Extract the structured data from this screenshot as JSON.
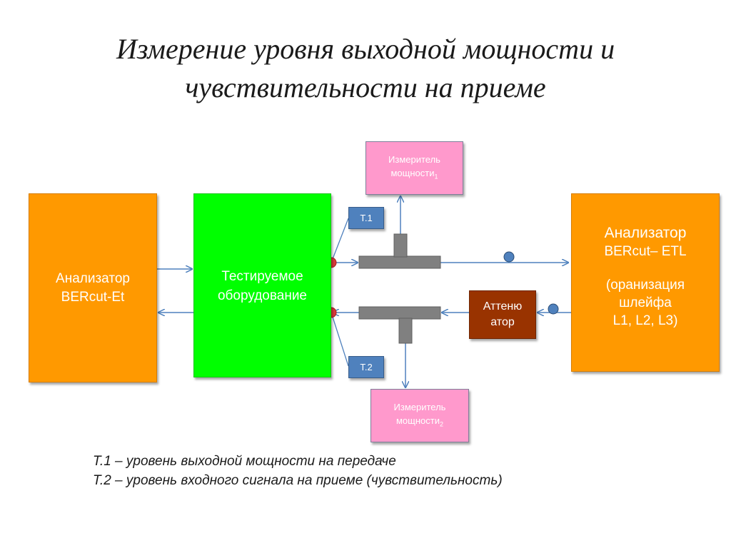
{
  "title": {
    "line1": "Измерение уровня выходной мощности и",
    "line2": "чувствительности на приеме"
  },
  "analyzer_left": {
    "line1": "Анализатор",
    "line2": "BERcut-Et"
  },
  "dut": {
    "line1": "Тестируемое",
    "line2": "оборудование"
  },
  "analyzer_right": {
    "line1": "Анализатор",
    "line2": "BERcut– ETL",
    "line3": "(оранизация",
    "line4": "шлейфа",
    "line5": "L1, L2, L3)"
  },
  "meter1": {
    "line1": "Измеритель",
    "line2": "мощности",
    "sub": "1"
  },
  "meter2": {
    "line1": "Измеритель",
    "line2": "мощности",
    "sub": "2"
  },
  "attenuator": {
    "line1": "Аттеню",
    "line2": "атор"
  },
  "tags": {
    "t1": "Т.1",
    "t2": "Т.2"
  },
  "legend": {
    "line1": "Т.1 – уровень выходной мощности на передаче",
    "line2": "Т.2 – уровень входного сигнала на приеме (чувствительность)"
  },
  "colors": {
    "analyzer": "#ff9900",
    "dut": "#00ff00",
    "meter": "#ff99cc",
    "attenuator": "#993300",
    "tag": "#4f81bd",
    "arrow": "#4f81bd",
    "splitter": "#808080",
    "test_point": "#d93b3b",
    "connector": "#4f81bd"
  }
}
